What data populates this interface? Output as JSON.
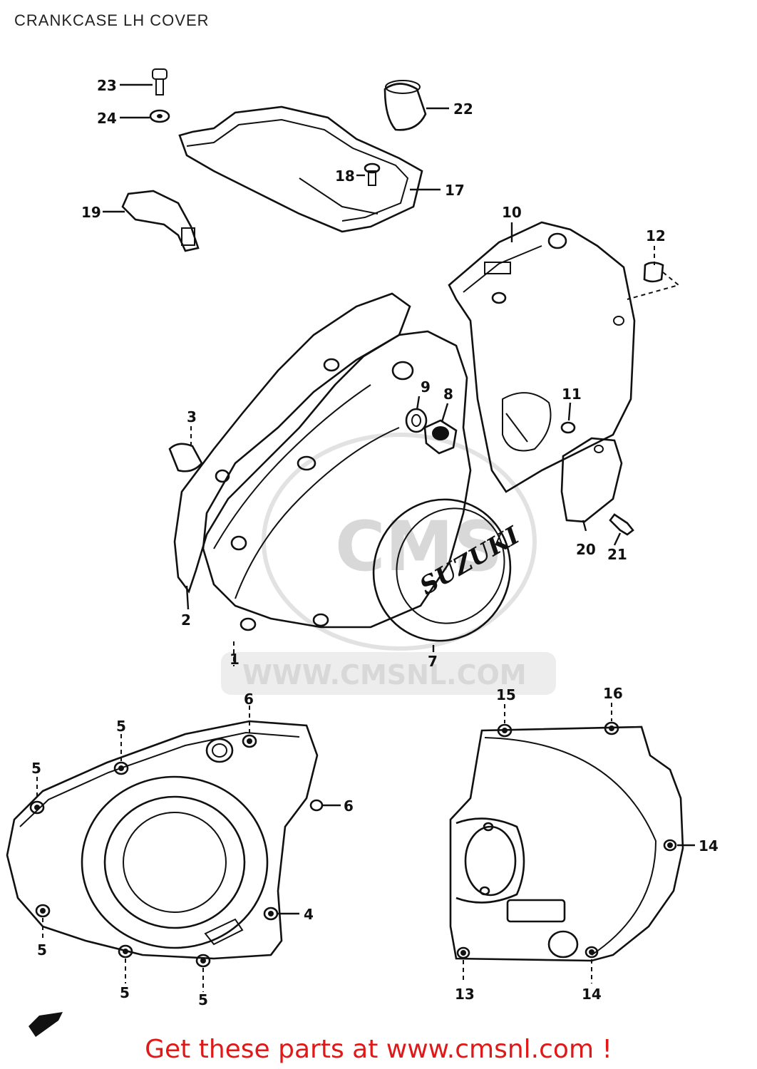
{
  "title": "CRANKCASE LH COVER",
  "footer": {
    "text": "Get these parts at www.cmsnl.com !",
    "link_color": "#e01818"
  },
  "watermark": {
    "text": "WWW.CMSNL.COM",
    "logo_text": "CMS",
    "color": "#d8d8d8"
  },
  "badge_text": "SUZUKI",
  "callouts": [
    "23",
    "24",
    "22",
    "18",
    "17",
    "19",
    "10",
    "12",
    "3",
    "9",
    "8",
    "11",
    "20",
    "21",
    "2",
    "1",
    "7",
    "6",
    "5",
    "5",
    "5",
    "6",
    "4",
    "5",
    "5",
    "5",
    "15",
    "16",
    "14",
    "13",
    "14"
  ]
}
